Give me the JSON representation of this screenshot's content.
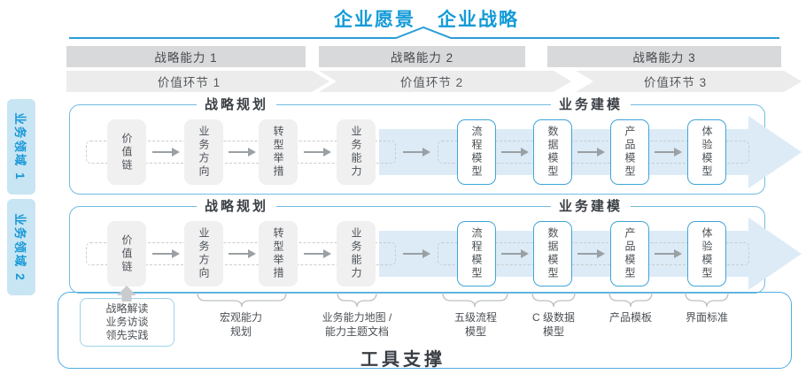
{
  "header": {
    "vision": "企业愿景",
    "strategy": "企业战略"
  },
  "capabilities": [
    {
      "label": "战略能力 1"
    },
    {
      "label": "战略能力 2"
    },
    {
      "label": "战略能力 3"
    }
  ],
  "value_links": [
    {
      "label": "价值环节 1"
    },
    {
      "label": "价值环节 2"
    },
    {
      "label": "价值环节 3"
    }
  ],
  "domains": [
    {
      "label": "业务领域 1",
      "planning_title": "战略规划",
      "modeling_title": "业务建模",
      "boxes": [
        {
          "label": "价值链",
          "type": "gray"
        },
        {
          "label": "业务方向",
          "type": "gray"
        },
        {
          "label": "转型举措",
          "type": "gray"
        },
        {
          "label": "业务能力",
          "type": "gray"
        },
        {
          "label": "流程模型",
          "type": "white"
        },
        {
          "label": "数据模型",
          "type": "white"
        },
        {
          "label": "产品模型",
          "type": "white"
        },
        {
          "label": "体验模型",
          "type": "white"
        }
      ]
    },
    {
      "label": "业务领域 2",
      "planning_title": "战略规划",
      "modeling_title": "业务建模",
      "boxes": [
        {
          "label": "价值链",
          "type": "gray"
        },
        {
          "label": "业务方向",
          "type": "gray"
        },
        {
          "label": "转型举措",
          "type": "gray"
        },
        {
          "label": "业务能力",
          "type": "gray"
        },
        {
          "label": "流程模型",
          "type": "white"
        },
        {
          "label": "数据模型",
          "type": "white"
        },
        {
          "label": "产品模型",
          "type": "white"
        },
        {
          "label": "体验模型",
          "type": "white"
        }
      ]
    }
  ],
  "footer": {
    "callout_lines": [
      "战略解读",
      "业务访谈",
      "领先实践"
    ],
    "annotations": [
      {
        "lines": [
          "宏观能力",
          "规划"
        ]
      },
      {
        "lines": [
          "业务能力地图 /",
          "能力主题文档"
        ]
      },
      {
        "lines": [
          "五级流程",
          "模型"
        ]
      },
      {
        "lines": [
          "C 级数据",
          "模型"
        ]
      },
      {
        "lines": [
          "产品模板"
        ]
      },
      {
        "lines": [
          "界面标准"
        ]
      }
    ],
    "tool_support": "工具支撑"
  },
  "colors": {
    "accent_blue": "#149bd8",
    "line_blue": "#2b9ed8",
    "lane_border": "#70bce2",
    "node_border_blue": "#3fa5d9",
    "flow_arrow_fill": "#dcebf6",
    "bar_gray": "#d8d9da",
    "chevron_gray": "#ececec",
    "node_gray": "#f0f0f1",
    "sidebar_bg": "#c8e5f4",
    "footer_border": "#4fade0"
  }
}
